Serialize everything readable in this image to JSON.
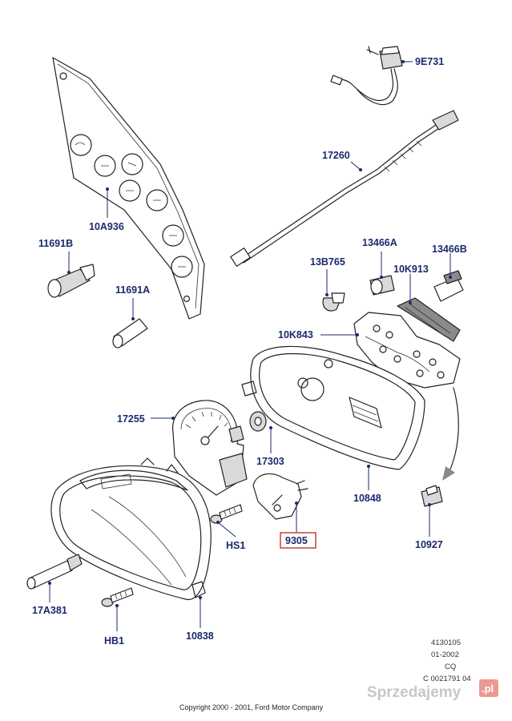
{
  "parts": {
    "p9E731": "9E731",
    "p17260": "17260",
    "p10A936": "10A936",
    "p11691B": "11691B",
    "p11691A": "11691A",
    "p13B765": "13B765",
    "p13466A": "13466A",
    "p13466B": "13466B",
    "p10K913": "10K913",
    "p10K843": "10K843",
    "p17255": "17255",
    "p17303": "17303",
    "p10848": "10848",
    "p9305": "9305",
    "p10927": "10927",
    "pHS1": "HS1",
    "p17A381": "17A381",
    "pHB1": "HB1",
    "p10838": "10838"
  },
  "highlighted_part": "9305",
  "highlight_color": "#c0392b",
  "label_color": "#1a2a6c",
  "reference": {
    "line1": "4130105",
    "line2": "01-2002",
    "line3": "CQ",
    "line4": "C 0021791 04"
  },
  "copyright": "Copyright 2000 - 2001, Ford Motor Company",
  "watermark": {
    "text": "Sprzedajemy",
    "suffix": ".pl",
    "suffix_color": "#e0443a"
  }
}
